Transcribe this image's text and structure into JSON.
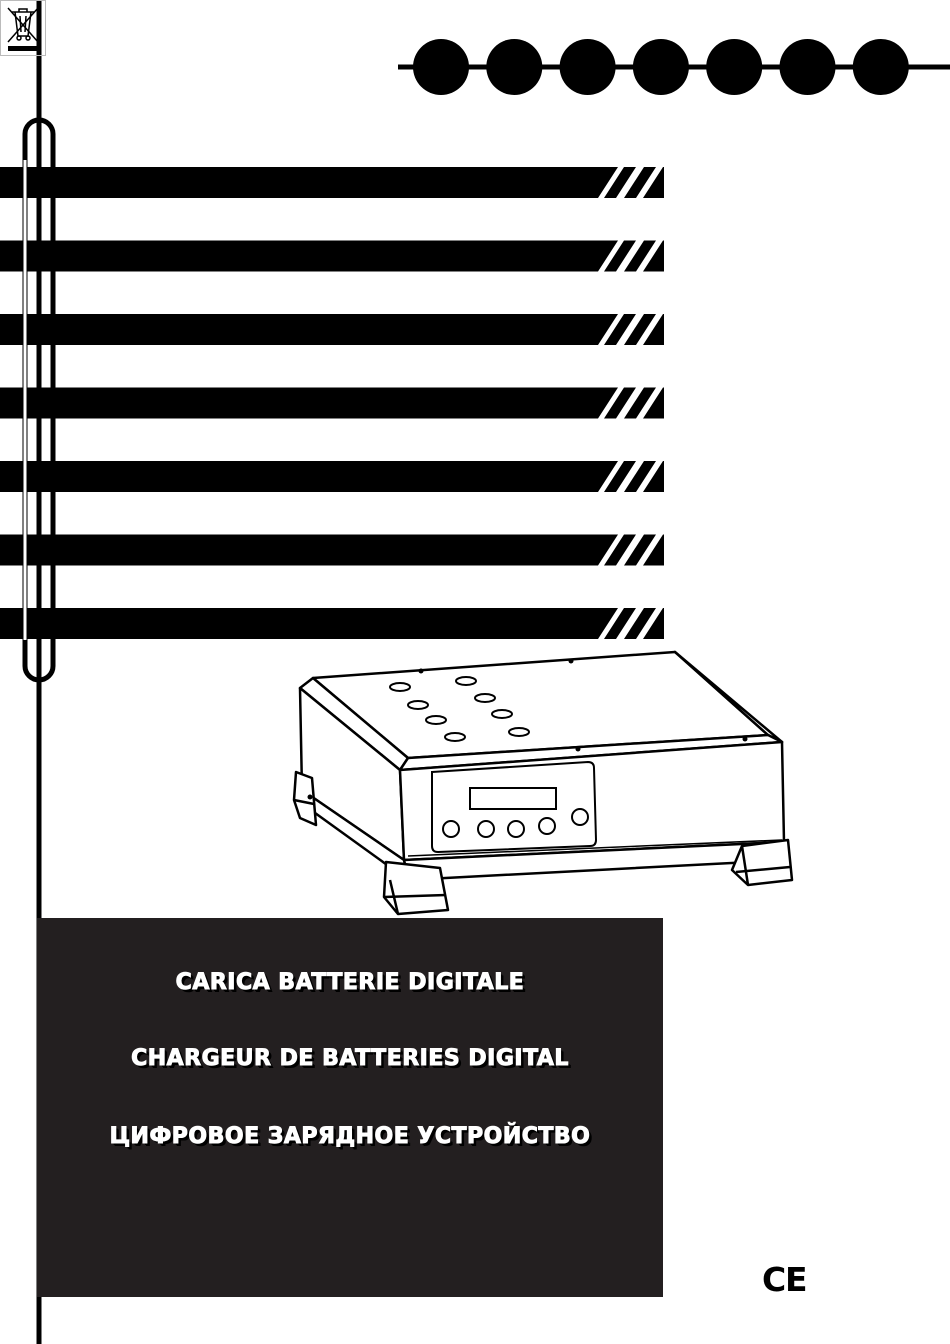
{
  "document": {
    "titles": [
      "CARICA BATTERIE DIGITALE",
      "CHARGEUR DE BATTERIES DIGITAL",
      "ЦИФРОВОЕ ЗАРЯДНОЕ УСТРОЙСТВО"
    ],
    "ce_mark": [
      "C",
      "E"
    ],
    "icons": {
      "marks": "ce-mark-icon",
      "recycling": "crossed-out-bin-icon",
      "product": "battery-charger-illustration"
    },
    "language_dots": 7,
    "header_bars": 7,
    "colors": {
      "ink": "#000000",
      "title_box": "#231f20",
      "paper": "#ffffff"
    }
  }
}
